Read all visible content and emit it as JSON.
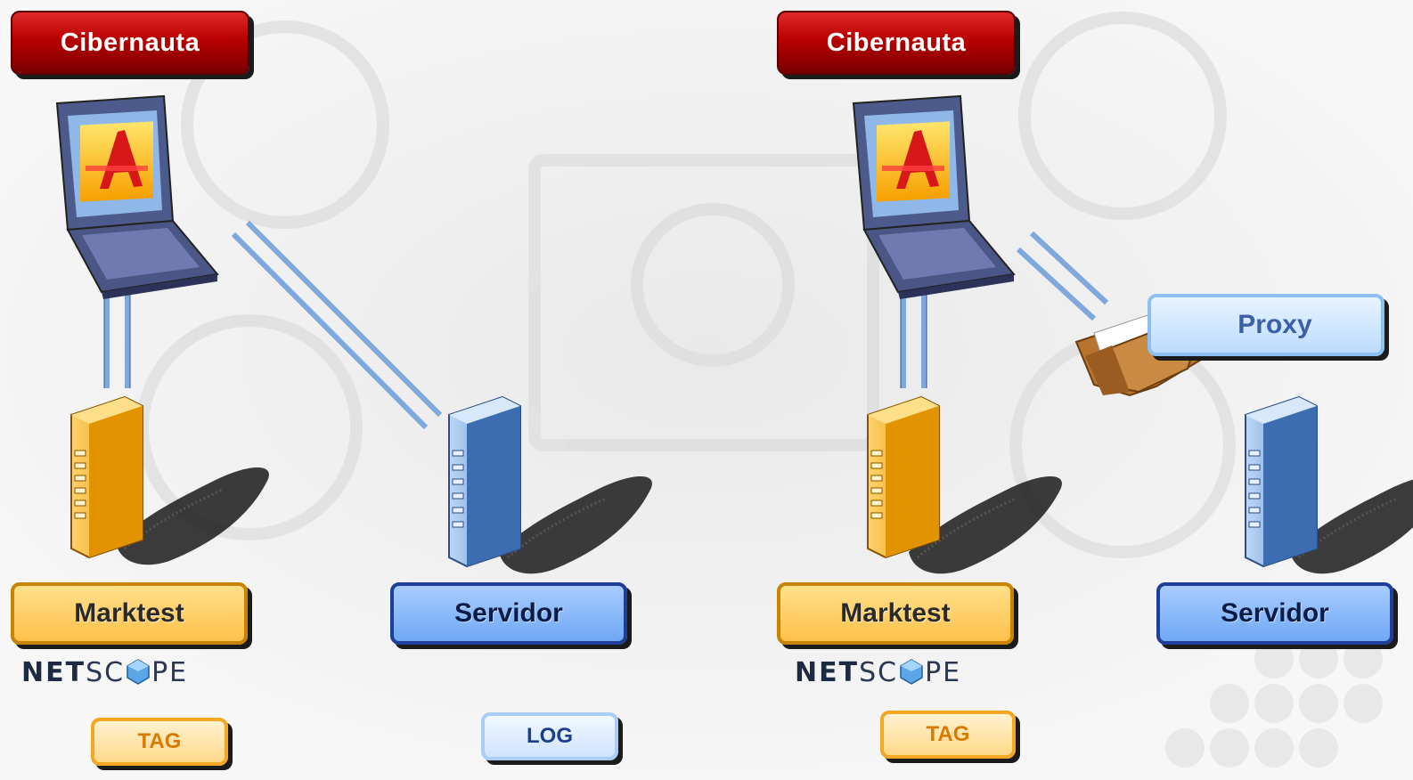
{
  "left": {
    "client_label": "Cibernauta",
    "measure_label": "Marktest",
    "server_label": "Servidor",
    "netscope_bold": "NET",
    "netscope_thin": "SC",
    "netscope_tail": "PE",
    "tag_label": "TAG",
    "log_label": "LOG"
  },
  "right": {
    "client_label": "Cibernauta",
    "measure_label": "Marktest",
    "server_label": "Servidor",
    "proxy_label": "Proxy",
    "netscope_bold": "NET",
    "netscope_thin": "SC",
    "netscope_tail": "PE",
    "tag_label": "TAG"
  },
  "colors": {
    "client_box": "#b80000",
    "measure_box": "#ffc04a",
    "server_box": "#6fa8f4",
    "proxy_box": "#bcdcff",
    "link": "#7fa8dc"
  },
  "icons": [
    "laptop-icon",
    "server-icon",
    "folder-icon",
    "netscope-logo"
  ]
}
